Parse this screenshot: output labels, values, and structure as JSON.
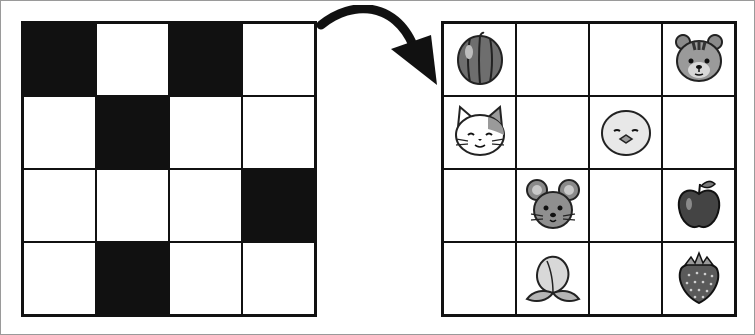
{
  "left_grid": {
    "rows": 4,
    "cols": 4,
    "black_cells": [
      [
        0,
        0
      ],
      [
        0,
        2
      ],
      [
        1,
        1
      ],
      [
        2,
        3
      ],
      [
        3,
        1
      ]
    ]
  },
  "right_grid": {
    "rows": 4,
    "cols": 4,
    "items": [
      {
        "row": 0,
        "col": 0,
        "icon": "watermelon-icon"
      },
      {
        "row": 0,
        "col": 3,
        "icon": "tiger-icon"
      },
      {
        "row": 1,
        "col": 0,
        "icon": "cat-icon"
      },
      {
        "row": 1,
        "col": 2,
        "icon": "chick-icon"
      },
      {
        "row": 2,
        "col": 1,
        "icon": "mouse-icon"
      },
      {
        "row": 2,
        "col": 3,
        "icon": "apple-icon"
      },
      {
        "row": 3,
        "col": 1,
        "icon": "peach-icon"
      },
      {
        "row": 3,
        "col": 3,
        "icon": "strawberry-icon"
      }
    ]
  },
  "arrow": {
    "icon": "curved-arrow-icon",
    "color": "#111111"
  }
}
